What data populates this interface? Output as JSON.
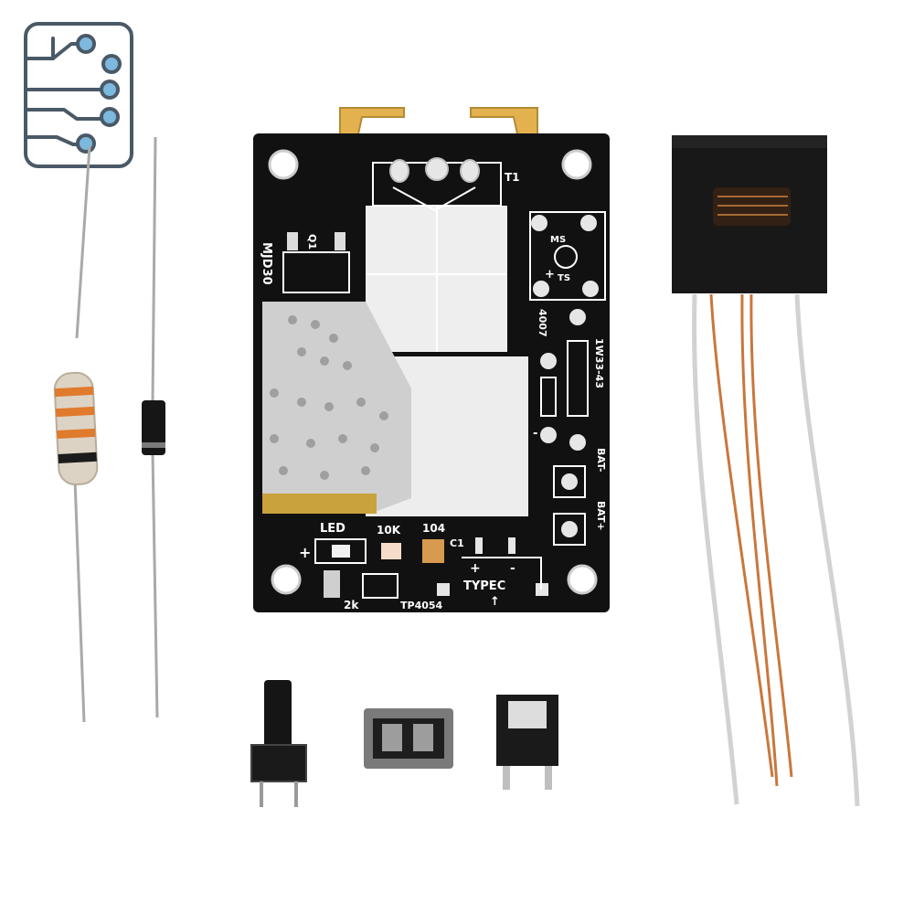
{
  "pcb": {
    "led_label": "LED",
    "r10k_label": "10K",
    "c104_label": "104",
    "c1_label": "C1",
    "plus_left": "+",
    "plus_usb": "+",
    "minus_usb": "-",
    "typec_label": "TYPEC",
    "up_arrow": "↑",
    "r2k_label": "2k",
    "ic_label": "TP4054",
    "t1_label": "T1",
    "q1_label": "Q1",
    "mjd30_label": "MJD30",
    "ms_label": "MS",
    "ts_label": "TS",
    "plus_switch": "+",
    "d4007_label": "4007",
    "diode_minus": "-",
    "zener_label": "1W33-43",
    "bat_minus_label": "BAT-",
    "bat_plus_label": "BAT+"
  },
  "colors": {
    "pcb_black": "#111111",
    "silkscreen": "#ffffff",
    "pad_gold": "#e3b24f",
    "logo_blue": "#7db8de",
    "logo_stroke": "#4a5966",
    "copper_wire": "#c9773d",
    "resistor_body": "#dcd3c4",
    "band_orange": "#e07a2c",
    "band_black": "#1c1c1c"
  },
  "icons": {
    "logo": "circuit-board-logo-icon"
  }
}
